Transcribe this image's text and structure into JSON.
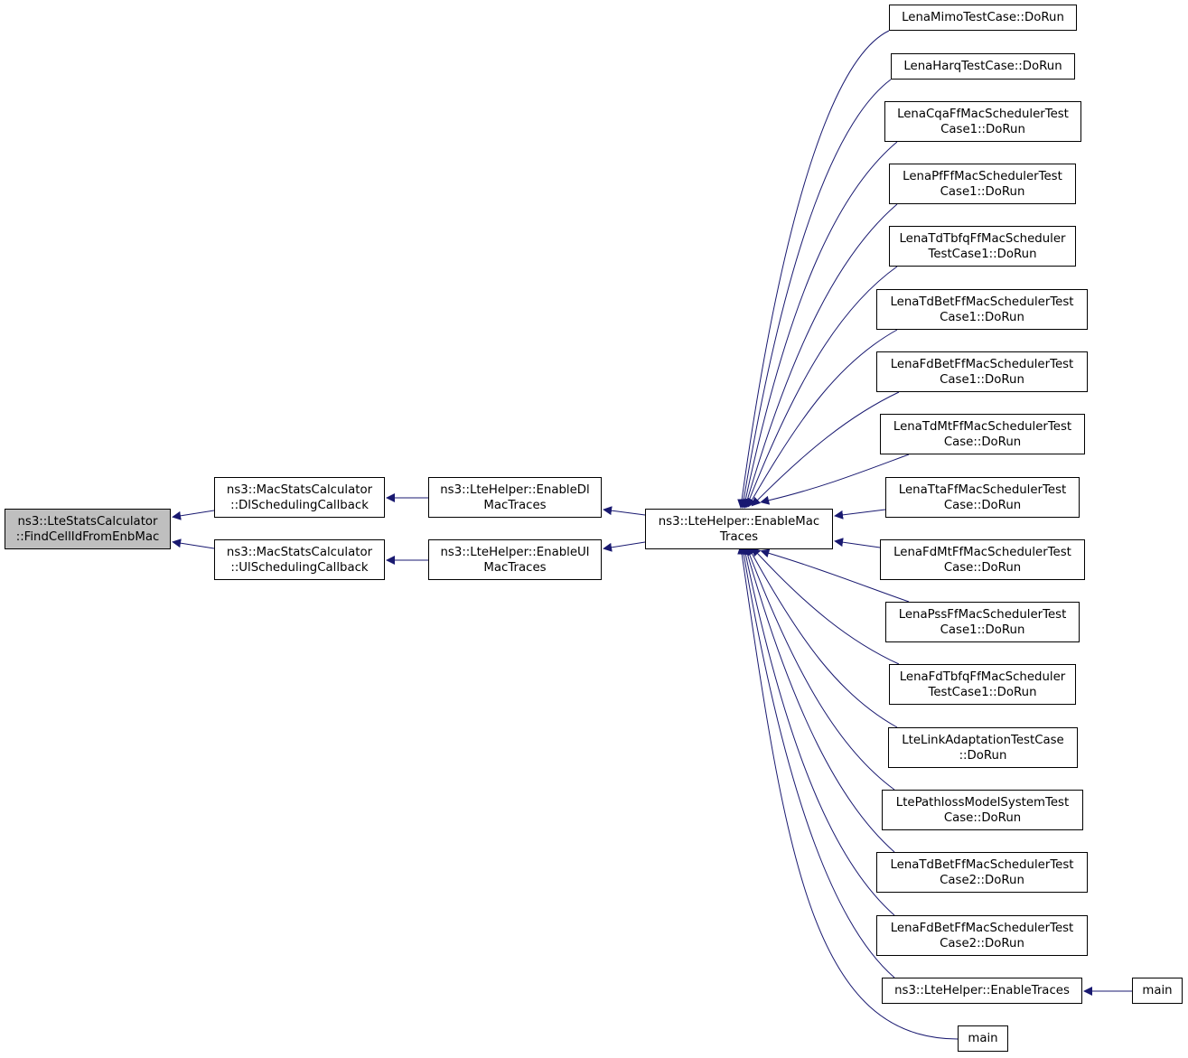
{
  "colors": {
    "edge": "#191970",
    "border": "#000000",
    "focus_fill": "#bfbfbf",
    "background": "#ffffff"
  },
  "nodes": {
    "find_cell": {
      "lines": [
        "ns3::LteStatsCalculator",
        "::FindCellIdFromEnbMac"
      ]
    },
    "dl_sched": {
      "lines": [
        "ns3::MacStatsCalculator",
        "::DlSchedulingCallback"
      ]
    },
    "ul_sched": {
      "lines": [
        "ns3::MacStatsCalculator",
        "::UlSchedulingCallback"
      ]
    },
    "enable_dl": {
      "lines": [
        "ns3::LteHelper::EnableDl",
        "MacTraces"
      ]
    },
    "enable_ul": {
      "lines": [
        "ns3::LteHelper::EnableUl",
        "MacTraces"
      ]
    },
    "enable_mac": {
      "lines": [
        "ns3::LteHelper::EnableMac",
        "Traces"
      ]
    },
    "mimo": {
      "lines": [
        "LenaMimoTestCase::DoRun"
      ]
    },
    "harq": {
      "lines": [
        "LenaHarqTestCase::DoRun"
      ]
    },
    "cqa": {
      "lines": [
        "LenaCqaFfMacSchedulerTest",
        "Case1::DoRun"
      ]
    },
    "pf": {
      "lines": [
        "LenaPfFfMacSchedulerTest",
        "Case1::DoRun"
      ]
    },
    "tdtbfq1": {
      "lines": [
        "LenaTdTbfqFfMacScheduler",
        "TestCase1::DoRun"
      ]
    },
    "tdbet1": {
      "lines": [
        "LenaTdBetFfMacSchedulerTest",
        "Case1::DoRun"
      ]
    },
    "fdbet1": {
      "lines": [
        "LenaFdBetFfMacSchedulerTest",
        "Case1::DoRun"
      ]
    },
    "tdmt": {
      "lines": [
        "LenaTdMtFfMacSchedulerTest",
        "Case::DoRun"
      ]
    },
    "tta": {
      "lines": [
        "LenaTtaFfMacSchedulerTest",
        "Case::DoRun"
      ]
    },
    "fdmt": {
      "lines": [
        "LenaFdMtFfMacSchedulerTest",
        "Case::DoRun"
      ]
    },
    "pss": {
      "lines": [
        "LenaPssFfMacSchedulerTest",
        "Case1::DoRun"
      ]
    },
    "fdtbfq1": {
      "lines": [
        "LenaFdTbfqFfMacScheduler",
        "TestCase1::DoRun"
      ]
    },
    "linkadapt": {
      "lines": [
        "LteLinkAdaptationTestCase",
        "::DoRun"
      ]
    },
    "pathloss": {
      "lines": [
        "LtePathlossModelSystemTest",
        "Case::DoRun"
      ]
    },
    "tdbet2": {
      "lines": [
        "LenaTdBetFfMacSchedulerTest",
        "Case2::DoRun"
      ]
    },
    "fdbet2": {
      "lines": [
        "LenaFdBetFfMacSchedulerTest",
        "Case2::DoRun"
      ]
    },
    "enable_traces": {
      "lines": [
        "ns3::LteHelper::EnableTraces"
      ]
    },
    "main_right": {
      "lines": [
        "main"
      ]
    },
    "main_bottom": {
      "lines": [
        "main"
      ]
    }
  }
}
